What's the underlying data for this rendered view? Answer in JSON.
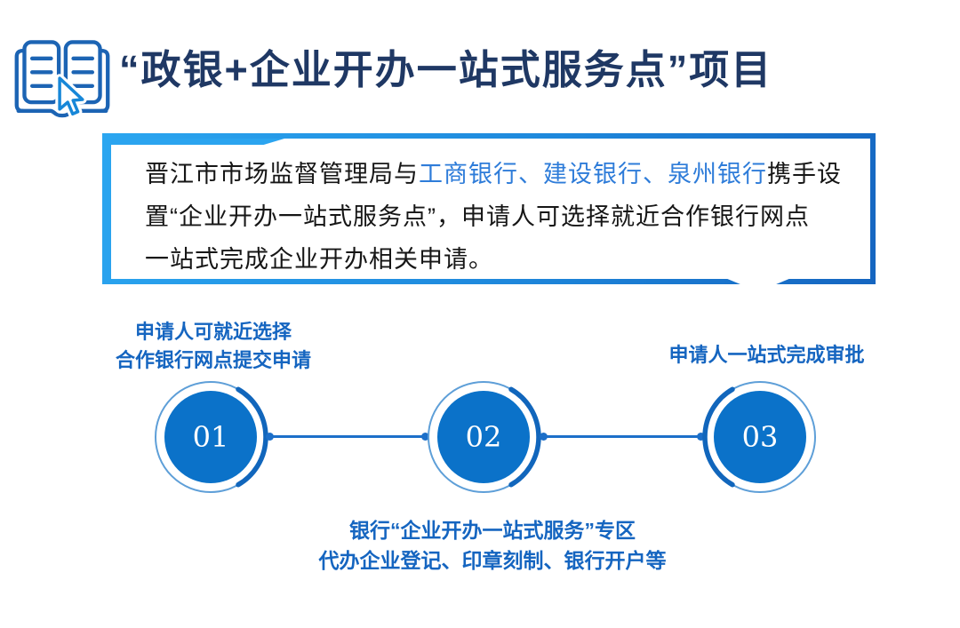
{
  "header": {
    "icon": "open-book-with-cursor",
    "title": "“政银+企业开办一站式服务点”项目"
  },
  "intro_box": {
    "line1_prefix": "晋江市市场监督管理局与",
    "banks": [
      "工商银行",
      "建设银行",
      "泉州银行"
    ],
    "separator": "、",
    "line1_suffix": "携手设",
    "line2": "置“企业开办一站式服务点”，申请人可选择就近合作银行网点",
    "line3": "一站式完成企业开办相关申请。"
  },
  "process": {
    "steps": [
      {
        "number": "01",
        "lines": [
          "申请人可就近选择",
          "合作银行网点提交申请"
        ],
        "label_position": "above"
      },
      {
        "number": "02",
        "lines": [
          "银行“企业开办一站式服务”专区",
          "代办企业登记、印章刻制、银行开户等"
        ],
        "label_position": "below"
      },
      {
        "number": "03",
        "lines": [
          "申请人一站式完成审批"
        ],
        "label_position": "above"
      }
    ]
  },
  "colors": {
    "title_navy": "#1F3864",
    "label_blue": "#1565C0",
    "bank_blue": "#2E7CD9",
    "border_blue_bright": "#2BA6F0",
    "border_blue_dark": "#1565C0",
    "circle_fill": "#0B72C9",
    "arc_blue": "#1166BC",
    "connector_blue": "#1C6FC9"
  }
}
